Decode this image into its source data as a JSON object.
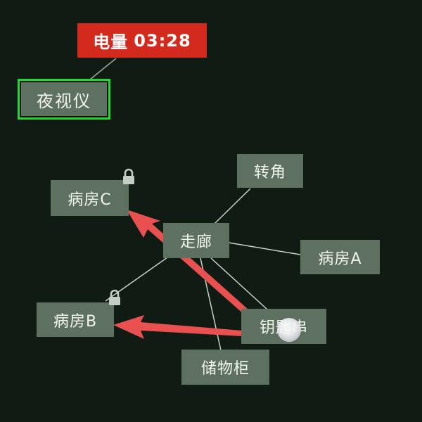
{
  "hud": {
    "battery_label": "电量",
    "battery_time": "03:28",
    "equipped_item": "夜视仪"
  },
  "map": {
    "nodes": {
      "corridor": "走廊",
      "corner": "转角",
      "ward_a": "病房A",
      "ward_b": "病房B",
      "ward_c": "病房C",
      "storage": "储物柜",
      "keychain": "钥匙串"
    },
    "locked_rooms": [
      "病房B",
      "病房C"
    ]
  },
  "colors": {
    "background": "#0f1b13",
    "node_fill": "#5e705f",
    "battery_red": "#d42a1e",
    "selected_border": "#23d833",
    "arrow": "#e8514f"
  },
  "icons": [
    "lock-icon",
    "pointer-cursor-icon",
    "arrow-icon"
  ]
}
